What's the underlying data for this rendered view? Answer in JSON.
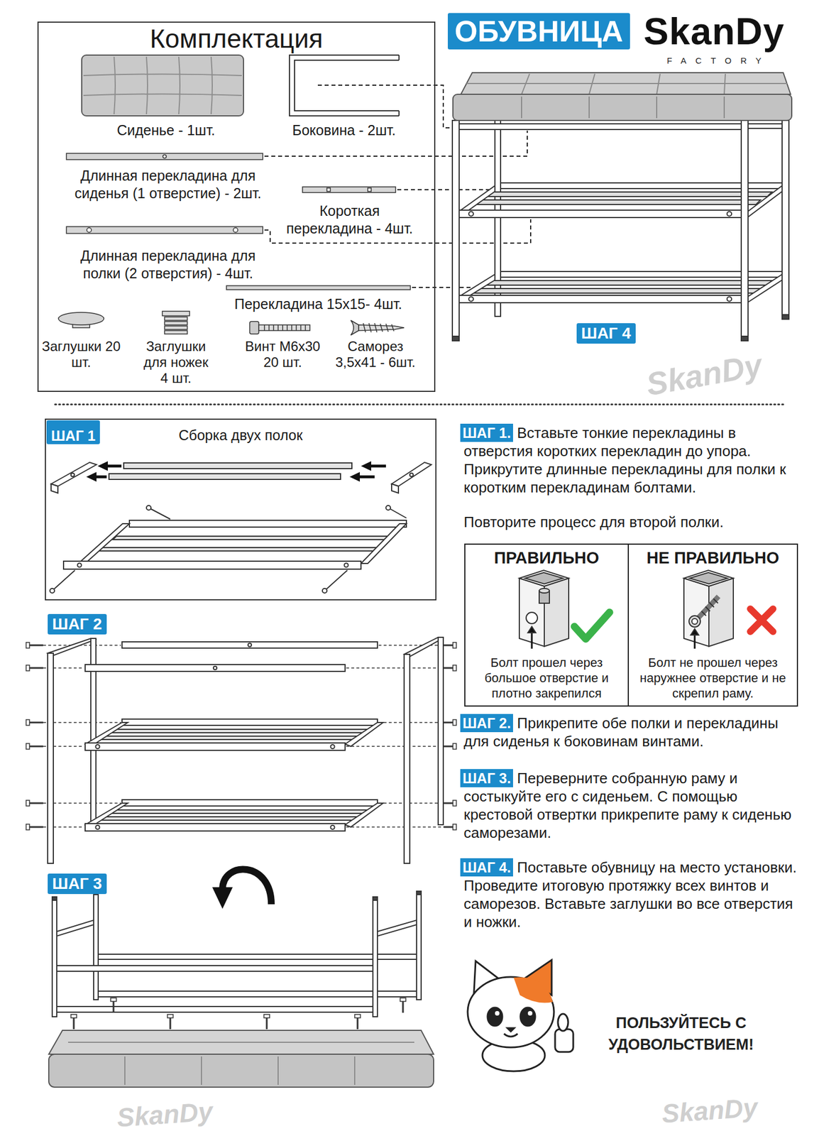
{
  "diagram": {
    "nodes": [
      {
        "text": [
          "ОБУВНИЦА"
        ]
      },
      {
        "text": [
          "Комплектация"
        ]
      },
      {
        "text": [
          "ШАГ 4"
        ]
      },
      {
        "text": [
          "Сборка двух полок"
        ]
      },
      {
        "text": [
          "ШАГ 1"
        ],
        "in": 3
      },
      {
        "text": [
          "ШАГ 1."
        ]
      },
      {
        "text": [
          "ПРАВИЛЬНО",
          "Болт прошел через большое отверстие и плотно закрепился"
        ]
      },
      {
        "text": [
          "НЕ ПРАВИЛЬНО",
          "Болт не прошел через наружнее отверстие и не скрепил раму."
        ]
      },
      {
        "text": [
          "ШАГ 2"
        ]
      },
      {
        "text": [
          "ШАГ 2."
        ]
      },
      {
        "text": [
          "ШАГ 3"
        ]
      },
      {
        "text": [
          "ШАГ 3."
        ]
      },
      {
        "text": [
          "ШАГ 4."
        ]
      }
    ],
    "labels": [
      "SkanDy",
      "FACTORY",
      "Сиденье - 1шт.",
      "Боковина - 2шт.",
      "Длинная перекладина для сиденья (1 отверстие) - 2шт.",
      "Короткая перекладина - 4шт.",
      "Длинная перекладина для полки (2 отверстия) - 4шт.",
      "Перекладина 15x15- 4шт.",
      "Заглушки 20 шт.",
      "Заглушки для ножек 4 шт.",
      "Винт М6x30 20 шт.",
      "Саморез 3,5x41 - 6шт.",
      "Вставьте тонкие перекладины в отверстия коротких перекладин до упора. Прикрутите длинные перекладины для полки к коротким перекладинам болтами.",
      "Повторите процесс для второй полки.",
      "Прикрепите обе полки и перекладины для сиденья к боковинам винтами.",
      "Переверните собранную раму и состыкуйте его с сиденьем. С помощью крестовой отвертки прикрепите раму к сиденью саморезами.",
      "Поставьте обувницу на место установки. Проведите итоговую протяжку всех винтов и саморезов. Вставьте заглушки во все отверстия и ножки.",
      "ПОЛЬЗУЙТЕСЬ С УДОВОЛЬСТВИЕМ!",
      "SkanDy",
      "SkanDy",
      "SkanDy"
    ]
  }
}
